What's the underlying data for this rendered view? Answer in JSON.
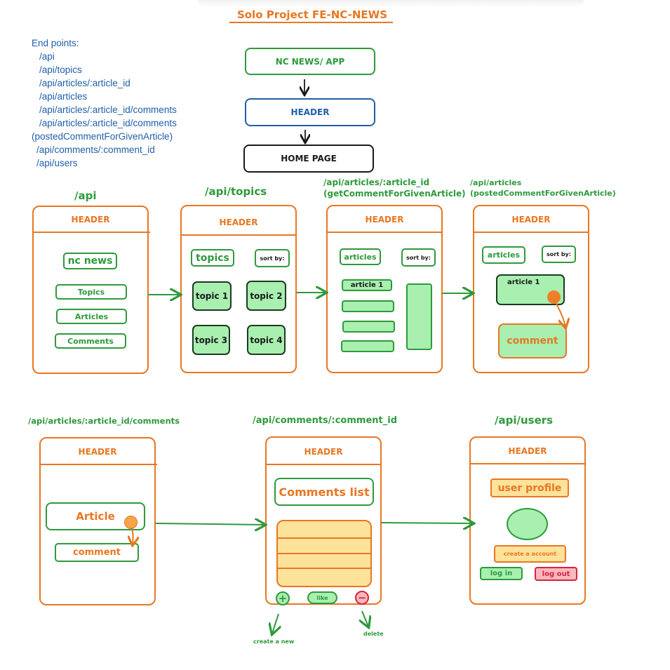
{
  "title": "Solo Project FE-NC-NEWS",
  "endpoints": {
    "heading": "End points:",
    "items": [
      "/api",
      "/api/topics",
      "/api/articles/:article_id",
      "/api/articles",
      "/api/articles/:article_id/comments",
      "/api/articles/:article_id/comments",
      "(postedCommentForGivenArticle)",
      "/api/comments/:comment_id",
      "/api/users"
    ]
  },
  "flow": {
    "app": "NC NEWS/ APP",
    "header": "HEADER",
    "home": "HOME PAGE"
  },
  "colors": {
    "orange": "#e87722",
    "green": "#2e9a3c",
    "blue": "#1f5fa8",
    "fill_green": "#a8efb0",
    "fill_yellow": "#fde29a",
    "fill_red": "#f8b8c0"
  },
  "frames": {
    "api": {
      "label": "/api",
      "header": "HEADER",
      "logo": "nc news",
      "buttons": [
        "Topics",
        "Articles",
        "Comments"
      ]
    },
    "topics": {
      "label": "/api/topics",
      "header": "HEADER",
      "heading": "topics",
      "sort": "sort by:",
      "cards": [
        "topic 1",
        "topic 2",
        "topic 3",
        "topic 4"
      ]
    },
    "article_id": {
      "label": "/api/articles/:article_id",
      "label2": "(getCommentForGivenArticle)",
      "header": "HEADER",
      "heading": "articles",
      "sort": "sort by:",
      "first_item": "article 1"
    },
    "articles": {
      "label": "/api/articles",
      "label2": "(postedCommentForGivenArticle)",
      "header": "HEADER",
      "heading": "articles",
      "sort": "sort by:",
      "card": "article 1",
      "comment": "comment"
    },
    "article_comments": {
      "label": "/api/articles/:article_id/comments",
      "header": "HEADER",
      "article": "Article",
      "comment": "comment"
    },
    "comment_id": {
      "label": "/api/comments/:comment_id",
      "header": "HEADER",
      "heading": "Comments list",
      "like": "like",
      "plus": "+",
      "minus": "−",
      "create": "create a new",
      "delete": "delete"
    },
    "users": {
      "label": "/api/users",
      "header": "HEADER",
      "profile": "user profile",
      "create": "create a account",
      "login": "log in",
      "logout": "log out"
    }
  }
}
